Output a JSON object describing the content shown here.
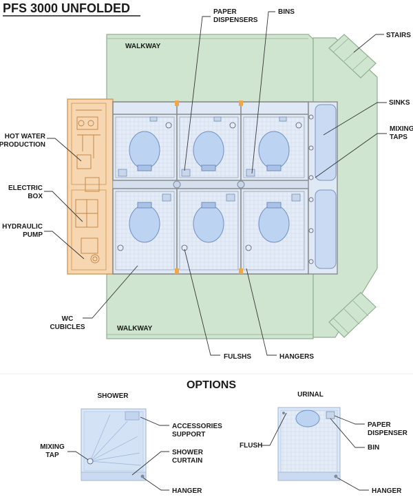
{
  "title": "PFS 3000 UNFOLDED",
  "labels": {
    "walkway_top": "WALKWAY",
    "walkway_bottom": "WALKWAY",
    "paper_dispensers": [
      "PAPER",
      "DISPENSERS"
    ],
    "bins": "BINS",
    "stairs": "STAIRS",
    "sinks": "SINKS",
    "mixing_taps": [
      "MIXING",
      "TAPS"
    ],
    "hot_water": [
      "HOT WATER",
      "PRODUCTION"
    ],
    "electric_box": [
      "ELECTRIC",
      "BOX"
    ],
    "hydraulic_pump": [
      "HYDRAULIC",
      "PUMP"
    ],
    "wc_cubicles": [
      "WC",
      "CUBICLES"
    ],
    "fulshs": "FULSHS",
    "hangers": "HANGERS"
  },
  "options": {
    "heading": "OPTIONS",
    "shower": {
      "title": "SHOWER",
      "mixing_tap": [
        "MIXING",
        "TAP"
      ],
      "accessories": [
        "ACCESSORIES",
        "SUPPORT"
      ],
      "curtain": [
        "SHOWER",
        "CURTAIN"
      ],
      "hanger": "HANGER"
    },
    "urinal": {
      "title": "URINAL",
      "flush": "FLUSH",
      "paper_dispenser": [
        "PAPER",
        "DISPENSER"
      ],
      "bin": "BIN",
      "hanger": "HANGER"
    }
  },
  "colors": {
    "walkway": "#cfe5cf",
    "walkway_stroke": "#8fae8f",
    "equipment": "#f7d7b2",
    "equipment_stroke": "#d39a55",
    "cubicle": "#e4ecf7",
    "fixture": "#bcd3f2"
  }
}
